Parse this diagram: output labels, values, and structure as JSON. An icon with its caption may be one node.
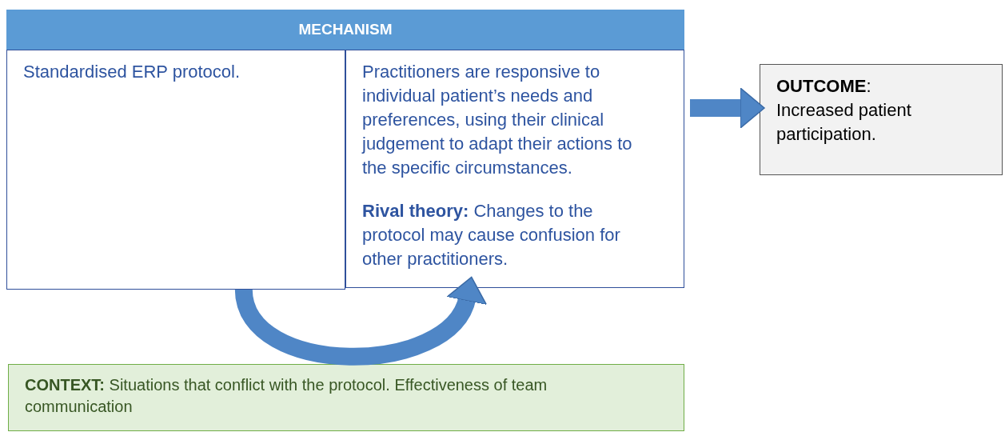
{
  "diagram": {
    "nodes": [
      {
        "text": [
          "MECHANISM"
        ]
      },
      {
        "text": [
          "Standardised ERP protocol."
        ]
      },
      {
        "text": [
          "Practitioners are responsive to individual patient’s needs and preferences, using their clinical judgement to adapt their actions to the specific circumstances.",
          "**Rival theory:** Changes to the protocol may cause confusion for other practitioners."
        ]
      },
      {
        "text": [
          "**OUTCOME**:",
          "Increased patient participation."
        ]
      },
      {
        "text": [
          "**CONTEXT:** Situations that conflict with the protocol. Effectiveness of team communication"
        ]
      }
    ],
    "edges": [
      {
        "from": 2,
        "to": 3,
        "arrow": "to"
      },
      {
        "from": 1,
        "to": 2,
        "arrow": "to"
      }
    ]
  }
}
